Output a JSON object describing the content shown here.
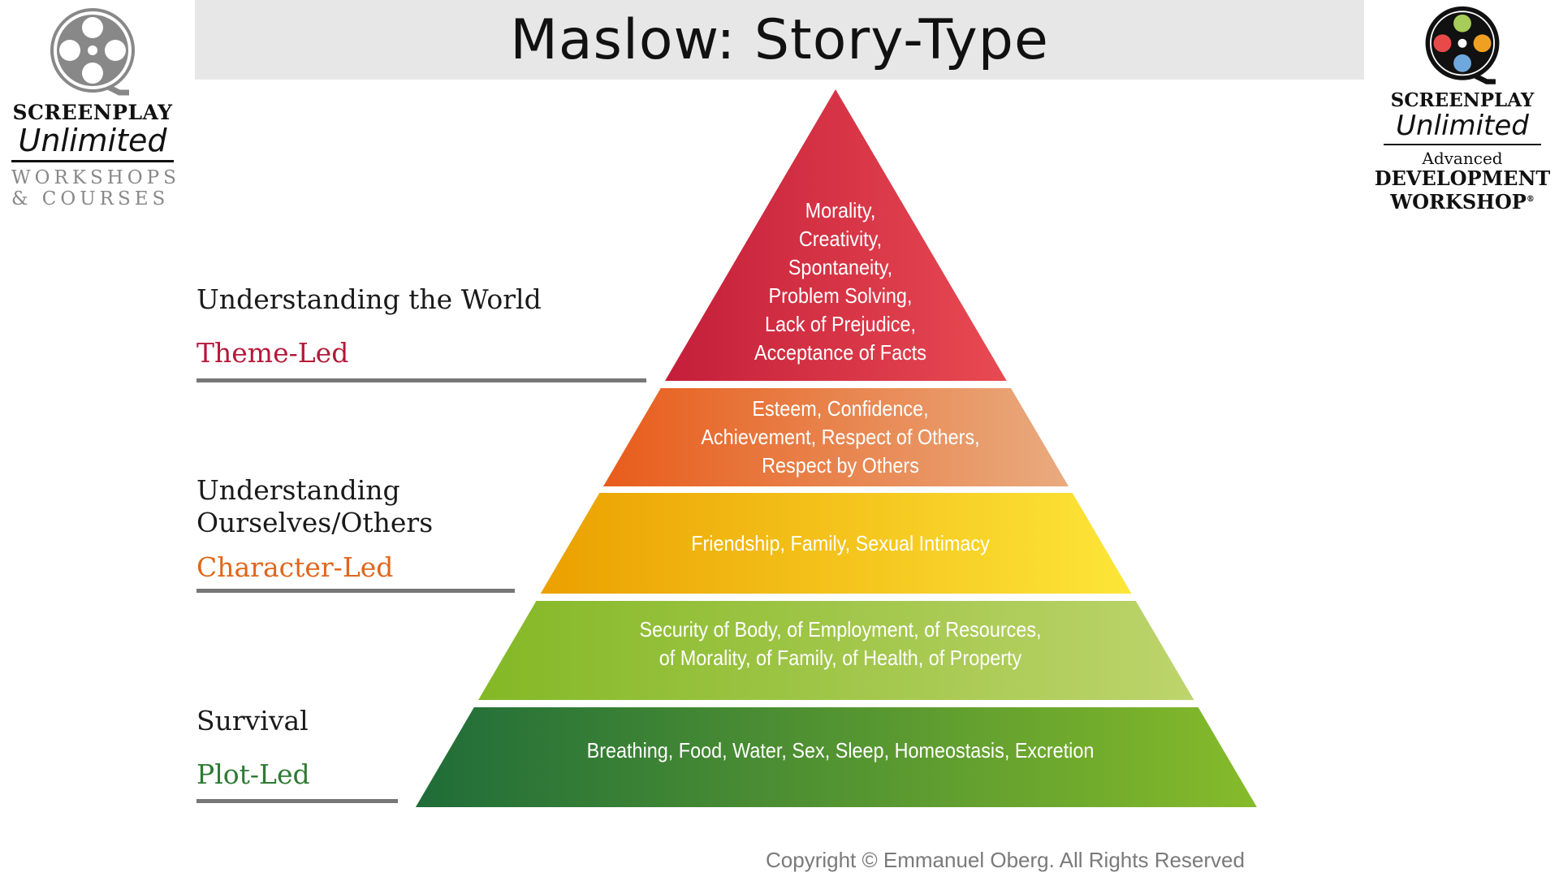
{
  "title": "Maslow: Story-Type",
  "logo_left": {
    "line1": "SCREENPLAY",
    "line2": "Unlimited",
    "line3": "WORKSHOPS",
    "line4": "& COURSES"
  },
  "logo_right": {
    "line1": "SCREENPLAY",
    "line2": "Unlimited",
    "line3": "Advanced",
    "line4": "DEVELOPMENT",
    "line5": "WORKSHOP",
    "reg": "®"
  },
  "labels": [
    {
      "heading": [
        "Understanding the World"
      ],
      "type": "Theme-Led",
      "color": "#b5193a"
    },
    {
      "heading": [
        "Understanding",
        "Ourselves/Others"
      ],
      "type": "Character-Led",
      "color": "#e0661a"
    },
    {
      "heading": [
        "Survival"
      ],
      "type": "Plot-Led",
      "color": "#2e7a34"
    }
  ],
  "pyramid": [
    {
      "lines": [
        "Morality,",
        "Creativity,",
        "Spontaneity,",
        "Problem Solving,",
        "Lack of Prejudice,",
        "Acceptance of Facts"
      ],
      "colors": [
        "#c41e3a",
        "#e84a52"
      ]
    },
    {
      "lines": [
        "Esteem, Confidence,",
        "Achievement, Respect of Others,",
        "Respect by Others"
      ],
      "colors": [
        "#e85c1b",
        "#e9ab7f"
      ]
    },
    {
      "lines": [
        "Friendship, Family, Sexual Intimacy"
      ],
      "colors": [
        "#eba000",
        "#fde638"
      ]
    },
    {
      "lines": [
        "Security of Body, of Employment, of Resources,",
        "of Morality, of Family, of Health, of Property"
      ],
      "colors": [
        "#84b826",
        "#bdd46c"
      ]
    },
    {
      "lines": [
        "Breathing, Food, Water, Sex, Sleep, Homeostasis, Excretion"
      ],
      "colors": [
        "#1f6c39",
        "#86bb2a"
      ]
    }
  ],
  "copyright": "Copyright © Emmanuel Oberg. All Rights Reserved"
}
